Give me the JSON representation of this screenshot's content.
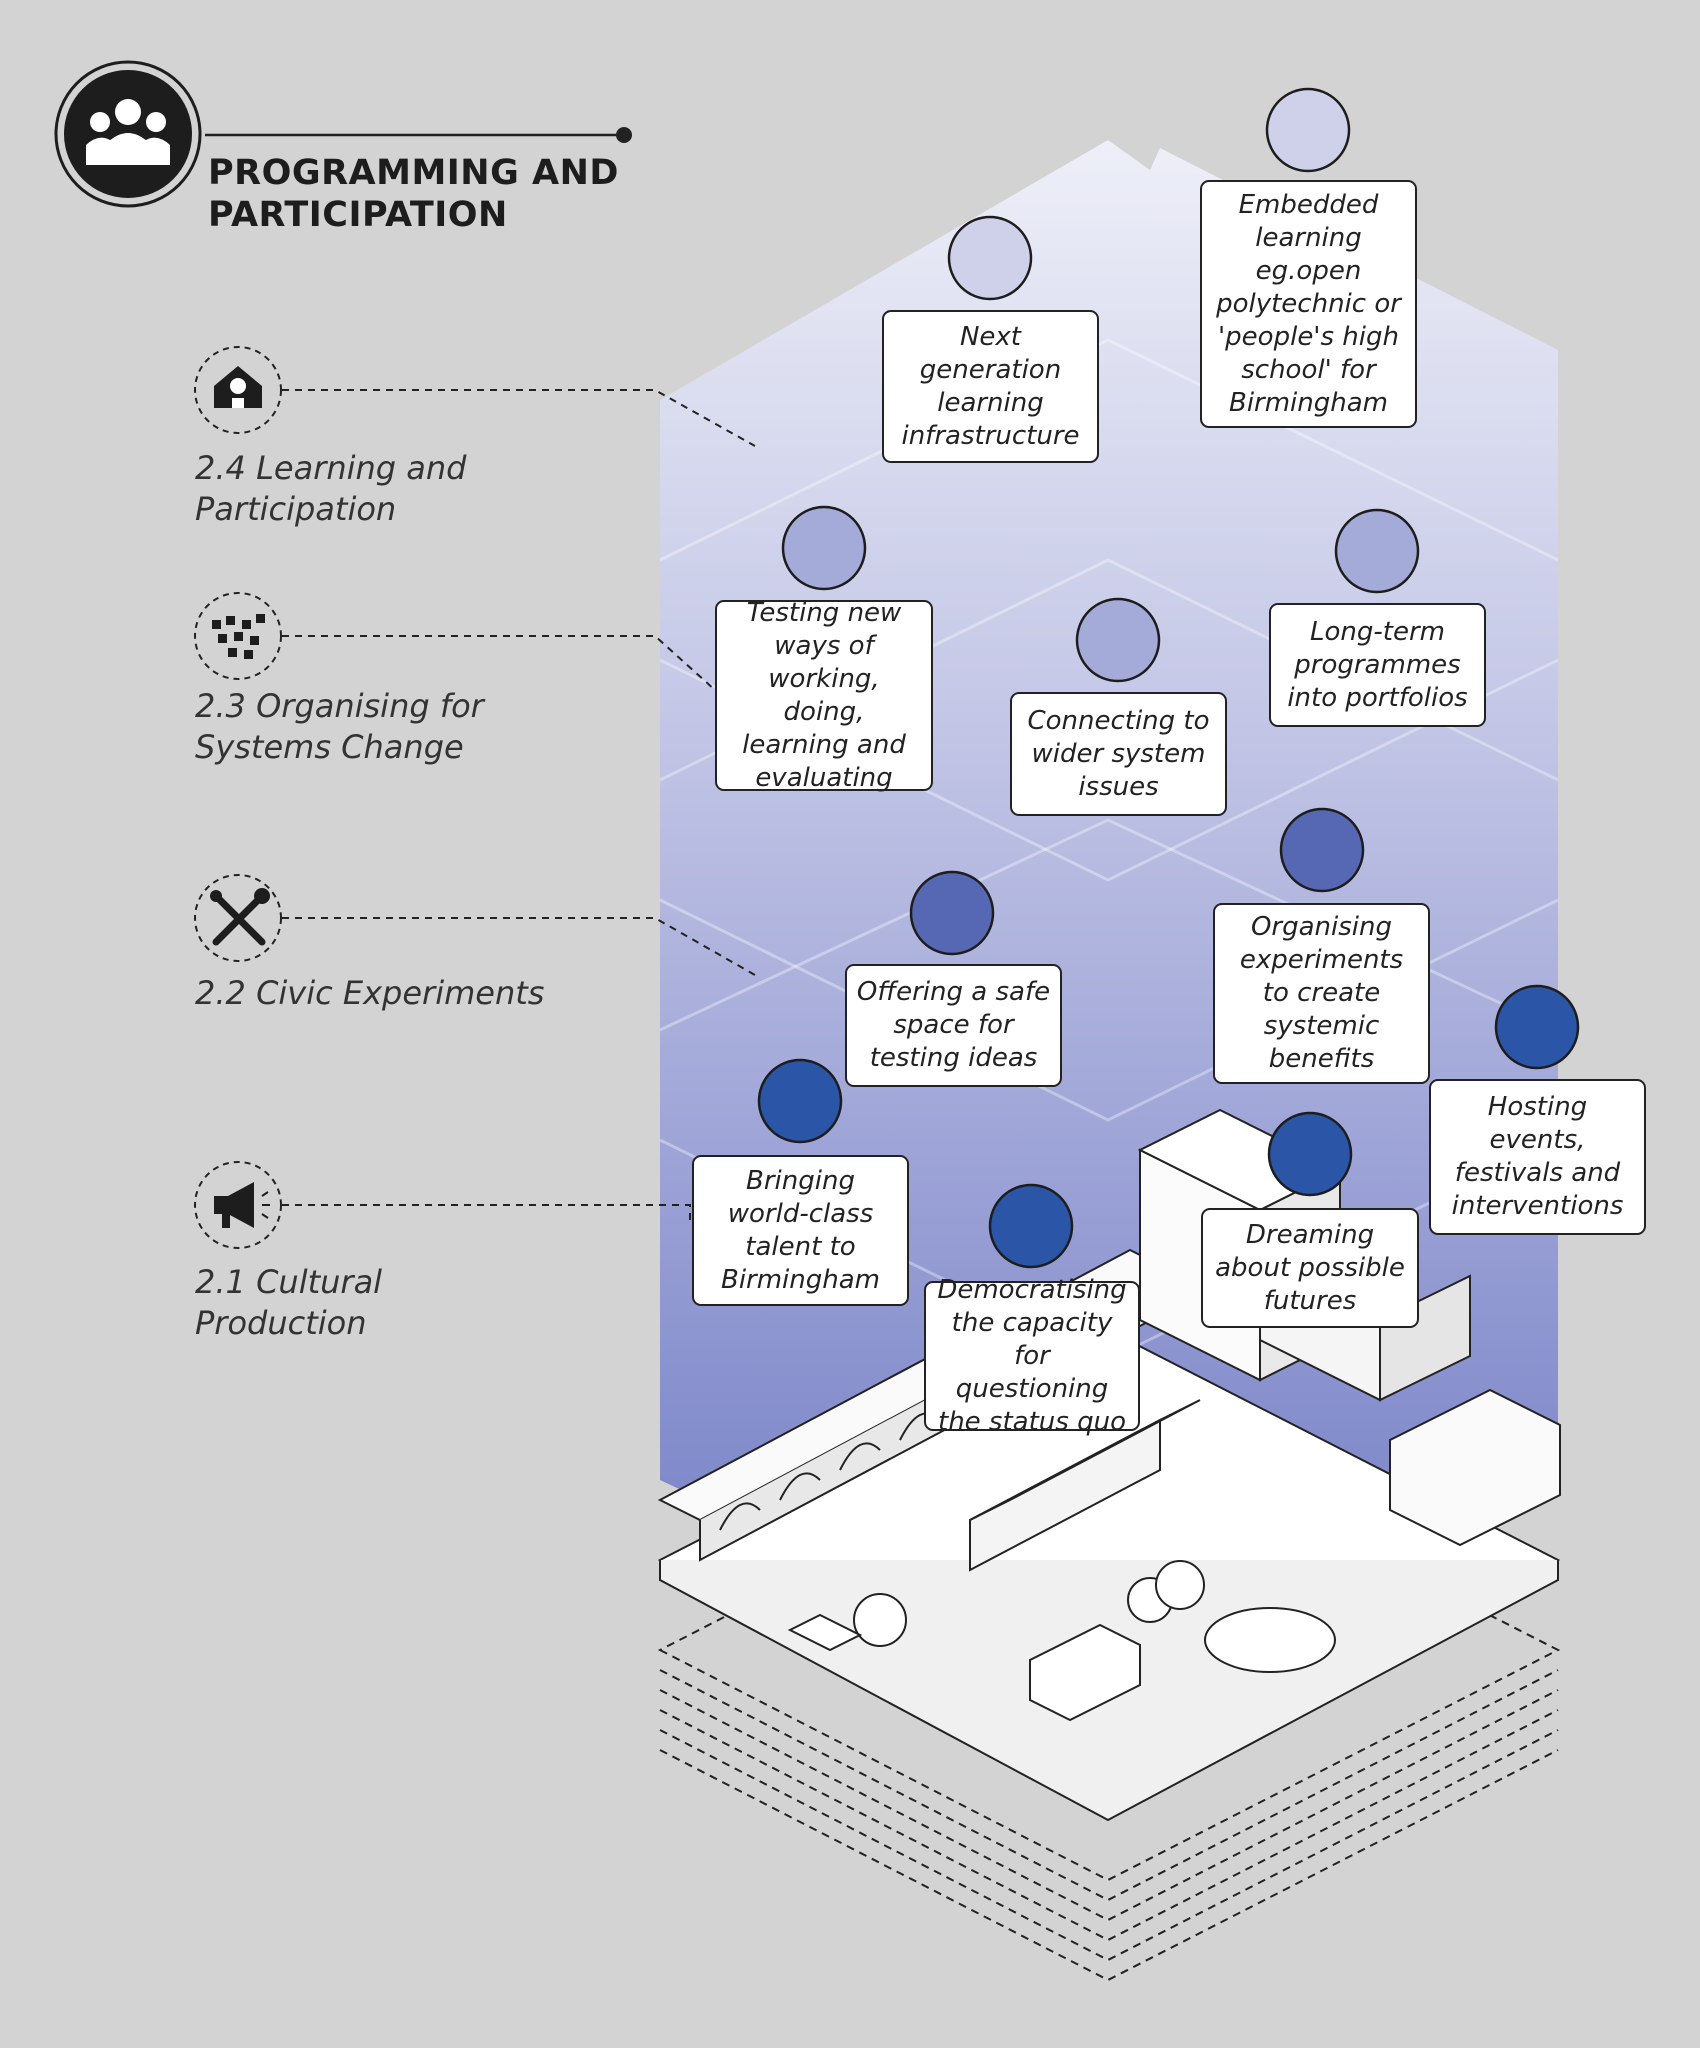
{
  "title": "PROGRAMMING AND\nPARTICIPATION",
  "colors": {
    "background": "#d3d3d3",
    "light_node": "#cfd1ea",
    "mid_node": "#a5abd9",
    "deep_node": "#5668b4",
    "dark_node": "#2b55a7",
    "gradient_top": "#e8e9f5",
    "gradient_bottom": "#7a84c6"
  },
  "categories": [
    {
      "id": "learning",
      "label": "2.4 Learning and\nParticipation",
      "icon": "school-building-icon"
    },
    {
      "id": "organising",
      "label": "2.3 Organising for\nSystems Change",
      "icon": "network-squares-icon"
    },
    {
      "id": "civic",
      "label": "2.2 Civic Experiments",
      "icon": "tools-wrench-screwdriver-icon"
    },
    {
      "id": "cultural",
      "label": "2.1 Cultural\nProduction",
      "icon": "megaphone-icon"
    }
  ],
  "nodes": [
    {
      "text": "Next\ngeneration\nlearning\ninfrastructure",
      "tone": "light_node"
    },
    {
      "text": "Embedded\nlearning\neg.open\npolytechnic or\n'people's high\nschool' for\nBirmingham",
      "tone": "light_node"
    },
    {
      "text": "Testing new\nways of\nworking, doing,\nlearning and\nevaluating",
      "tone": "mid_node"
    },
    {
      "text": "Connecting to\nwider system\nissues",
      "tone": "mid_node"
    },
    {
      "text": "Long-term\nprogrammes\ninto portfolios",
      "tone": "mid_node"
    },
    {
      "text": "Offering a safe\nspace for\ntesting ideas",
      "tone": "deep_node"
    },
    {
      "text": "Organising\nexperiments\nto create\nsystemic\nbenefits",
      "tone": "deep_node"
    },
    {
      "text": "Hosting\nevents,\nfestivals and\ninterventions",
      "tone": "dark_node"
    },
    {
      "text": "Bringing\nworld-class\ntalent to\nBirmingham",
      "tone": "dark_node"
    },
    {
      "text": "Democratising\nthe capacity\nfor questioning\nthe status quo",
      "tone": "dark_node"
    },
    {
      "text": "Dreaming\nabout possible\nfutures",
      "tone": "dark_node"
    }
  ]
}
